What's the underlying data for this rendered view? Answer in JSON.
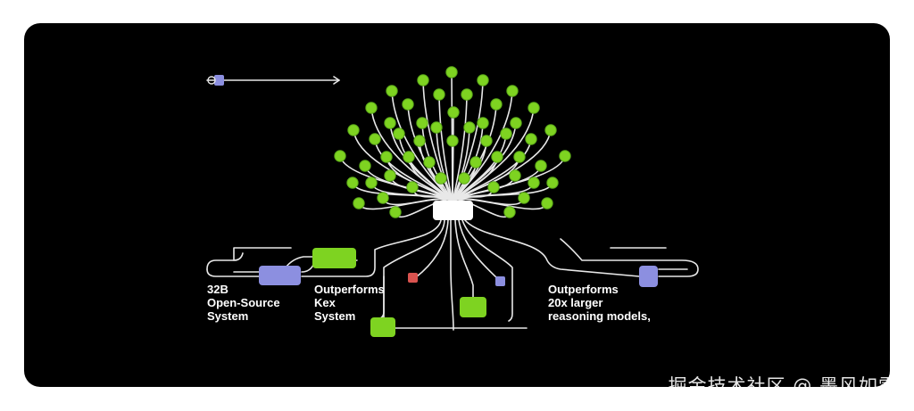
{
  "diagram": {
    "left_label": "32B\nOpen-Source\nSystem",
    "middle_label": "Outperforms\nKex\nSystem",
    "right_label": "Outperforms\n20x larger\nreasoning models,",
    "colors": {
      "background": "#000000",
      "node": "#7ed321",
      "node_outline": "#5aa819",
      "wire": "#e8e8e8",
      "hub": "#ffffff",
      "blue_block": "#8c8fe0",
      "red_dot": "#d9534f"
    }
  },
  "watermark": "掘金技术社区 @ 墨风如雪"
}
